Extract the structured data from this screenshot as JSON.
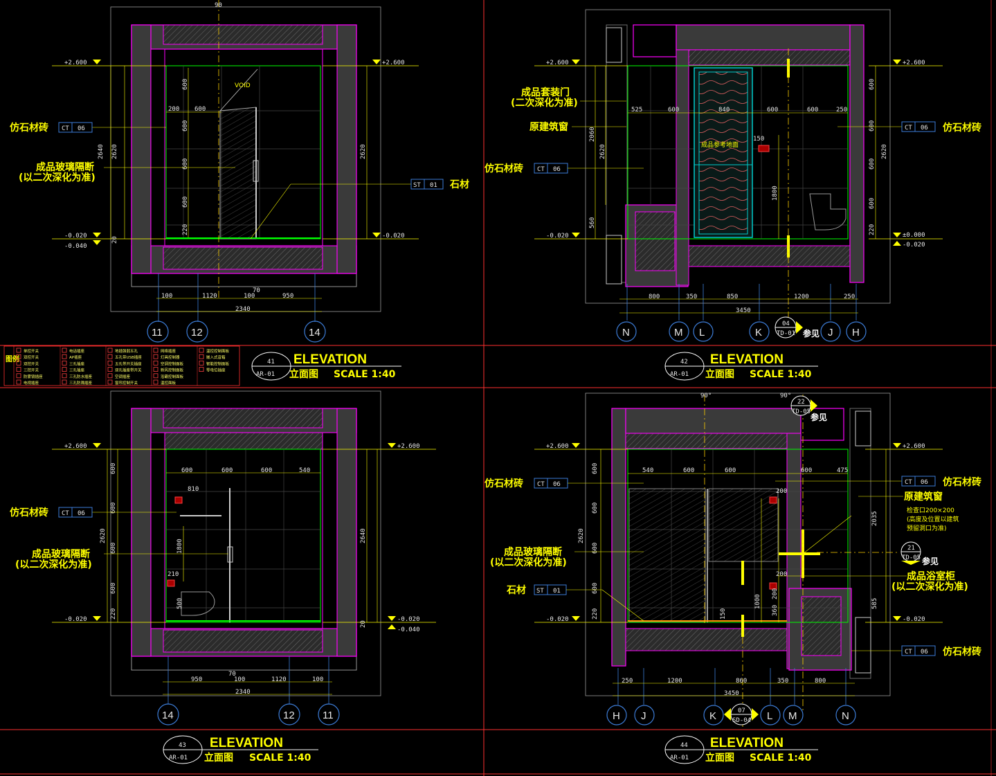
{
  "elevations": [
    {
      "id": "elev-41",
      "levels": {
        "top_left": "+2.600",
        "top_right": "+2.600",
        "bottom_left": "-0.020",
        "bottom_left2": "-0.040",
        "bottom_right": "-0.020"
      },
      "labels": {
        "tile_left": "仿石材砖",
        "tile_tag": "CT",
        "tile_code": "06",
        "glass_line1": "成品玻璃隔断",
        "glass_line2": "(以二次深化为准)",
        "stone_tag": "ST",
        "stone_code": "01",
        "stone_label": "石材",
        "void": "VOID",
        "angle": "90"
      },
      "dims_bottom": [
        "100",
        "1120",
        "100",
        "70",
        "950"
      ],
      "dims_total": "2340",
      "dims_inner": [
        "200",
        "600"
      ],
      "dims_vert": [
        "600",
        "600",
        "600",
        "600",
        "220"
      ],
      "dims_side": {
        "left": "2640",
        "left_in": "2620",
        "right": "2620",
        "small": "20"
      },
      "grid": [
        "11",
        "12",
        "14"
      ]
    },
    {
      "id": "elev-42",
      "levels": {
        "top_left": "+2.600",
        "top_right": "+2.600",
        "bottom_left": "-0.020",
        "bottom_right1": "±0.000",
        "bottom_right2": "-0.020"
      },
      "labels": {
        "door_line1": "成品套装门",
        "door_line2": "(二次深化为准)",
        "window": "原建筑窗",
        "tile_left": "仿石材砖",
        "tile_tag": "CT",
        "tile_code": "06",
        "tile_right": "仿石材砖",
        "door_note": "成品参考地面",
        "ref": "参见",
        "ref_num": "04",
        "ref_sheet": "TD-01"
      },
      "dims_bottom": [
        "800",
        "350",
        "850",
        "1200",
        "250"
      ],
      "dims_total": "3450",
      "dims_inner": [
        "525",
        "600",
        "840",
        "600",
        "600",
        "250"
      ],
      "dims_vert": [
        "600",
        "600",
        "600",
        "600",
        "220"
      ],
      "dims_side": {
        "left1": "2060",
        "left2": "2620",
        "left3": "560",
        "right": "2620",
        "mid": "1800",
        "mid2": "150"
      },
      "grid": [
        "N",
        "M",
        "L",
        "K",
        "J",
        "H"
      ]
    },
    {
      "id": "elev-43",
      "levels": {
        "top_left": "+2.600",
        "top_right": "+2.600",
        "bottom_left": "-0.020",
        "bottom_right1": "-0.020",
        "bottom_right2": "-0.040"
      },
      "labels": {
        "tile_left": "仿石材砖",
        "tile_tag": "CT",
        "tile_code": "06",
        "glass_line1": "成品玻璃隔断",
        "glass_line2": "(以二次深化为准)"
      },
      "dims_bottom": [
        "950",
        "70",
        "100",
        "1120",
        "100"
      ],
      "dims_total": "2340",
      "dims_inner": [
        "600",
        "600",
        "600",
        "540",
        "810",
        "210"
      ],
      "dims_vert": [
        "600",
        "600",
        "600",
        "600",
        "220"
      ],
      "dims_side": {
        "left": "2620",
        "right": "2640",
        "small": "20",
        "mid": "1800",
        "mid2": "500"
      },
      "grid": [
        "14",
        "12",
        "11"
      ]
    },
    {
      "id": "elev-44",
      "levels": {
        "top_left": "+2.600",
        "top_right": "+2.600",
        "bottom_left": "-0.020",
        "bottom_right": "-0.020"
      },
      "labels": {
        "tile_left": "仿石材砖",
        "tile_tag": "CT",
        "tile_code": "06",
        "glass_line1": "成品玻璃隔断",
        "glass_line2": "(以二次深化为准)",
        "stone_label": "石材",
        "stone_tag": "ST",
        "stone_code": "01",
        "tile_right_top": "仿石材砖",
        "tile_right_bottom": "仿石材砖",
        "window": "原建筑窗",
        "note1": "检查口200×200",
        "note2": "(高度及位置以建筑",
        "note3": "预留洞口为准)",
        "cab_line1": "成品浴室柜",
        "cab_line2": "(以二次深化为准)",
        "ref": "参见",
        "ref_a_num": "22",
        "ref_a_sheet": "TD-05",
        "ref_b_num": "21",
        "ref_b_sheet": "TD-05",
        "ref_c_num": "07",
        "ref_c_sheet": "SD-04",
        "angle1": "90°",
        "angle2": "90°"
      },
      "dims_bottom": [
        "250",
        "1200",
        "860",
        "350",
        "800"
      ],
      "dims_total": "3450",
      "dims_inner": [
        "540",
        "600",
        "600",
        "600",
        "475"
      ],
      "dims_vert": [
        "600",
        "600",
        "600",
        "600",
        "220"
      ],
      "dims_side": {
        "left": "2620",
        "right1": "2035",
        "right2": "585",
        "h1": "1000",
        "h2": "200",
        "h3": "200",
        "h4": "360",
        "h5": "150",
        "h6": "200"
      },
      "grid": [
        "H",
        "J",
        "K",
        "L",
        "M",
        "N"
      ]
    }
  ],
  "titles": [
    {
      "id": "title-41",
      "num": "41",
      "sheet": "AR-01",
      "title": "ELEVATION",
      "cn": "立面图",
      "scale": "SCALE  1:40"
    },
    {
      "id": "title-42",
      "num": "42",
      "sheet": "AR-01",
      "title": "ELEVATION",
      "cn": "立面图",
      "scale": "SCALE  1:40"
    },
    {
      "id": "title-43",
      "num": "43",
      "sheet": "AR-01",
      "title": "ELEVATION",
      "cn": "立面图",
      "scale": "SCALE  1:40"
    },
    {
      "id": "title-44",
      "num": "44",
      "sheet": "AR-01",
      "title": "ELEVATION",
      "cn": "立面图",
      "scale": "SCALE  1:40"
    }
  ],
  "legend": {
    "label": "图例",
    "items": [
      "单控开关",
      "双控开关",
      "双控开关",
      "三控开关",
      "防雾镜插座",
      "电视插座",
      "电话插座",
      "AP插座",
      "三孔插座",
      "三孔插座",
      "三孔防水插座",
      "三孔防溅插座",
      "地插强弱五孔",
      "五孔带USB插座",
      "五孔带开关插座",
      "双孔插座带开关",
      "空调插座",
      "窗帘控制开关",
      "网络插座",
      "灯具控制器",
      "空调控制面板",
      "新风控制面板",
      "浴霸控制面板",
      "温控面板",
      "温控控制面板",
      "嵌入式音箱",
      "智能控制面板",
      "零电位插座"
    ]
  },
  "colors": {
    "magenta": "#ff00ff",
    "yellow": "#ffff00",
    "green": "#00ff00",
    "cyan": "#00ffff",
    "red": "#ff0000",
    "wall": "#3a3a3a"
  }
}
